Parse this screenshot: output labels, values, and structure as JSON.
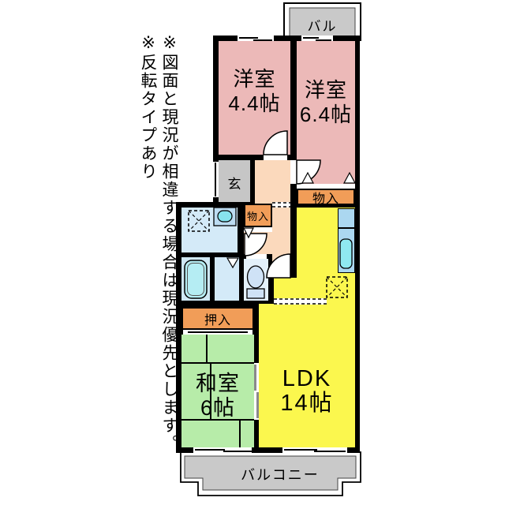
{
  "annotation": {
    "line1": "※図面と現況が相違する場合は現況優先とします。",
    "line2": "※反転タイプあり"
  },
  "floorplan": {
    "balcony_top_label": "バル",
    "balcony_bottom_label": "バルコニー",
    "western_room_1": {
      "name": "洋室",
      "size": "4.4帖"
    },
    "western_room_2": {
      "name": "洋室",
      "size": "6.4帖"
    },
    "entrance_label": "玄",
    "storage_upper_label": "物入",
    "storage_lower_label": "物入",
    "closet_label": "押入",
    "japanese_room": {
      "name": "和室",
      "size": "6帖"
    },
    "ldk": {
      "name": "LDK",
      "size": "14帖"
    },
    "fixture_icons": [
      "bathtub-icon",
      "toilet-icon",
      "washbasin-icon",
      "kitchen-sink-icon",
      "washing-machine-space-icon",
      "refrigerator-space-icon",
      "door-swing-icon",
      "sliding-window-icon"
    ],
    "colors": {
      "western_room": "#ecb9b8",
      "hallway": "#fbd9bc",
      "entrance": "#c6c6c6",
      "wet_area": "#d4eaf8",
      "kitchen_ldk": "#fbf74e",
      "japanese_room": "#b7eca9",
      "storage": "#f19d58",
      "balcony": "#c9c9c9",
      "wall": "#000000"
    }
  }
}
